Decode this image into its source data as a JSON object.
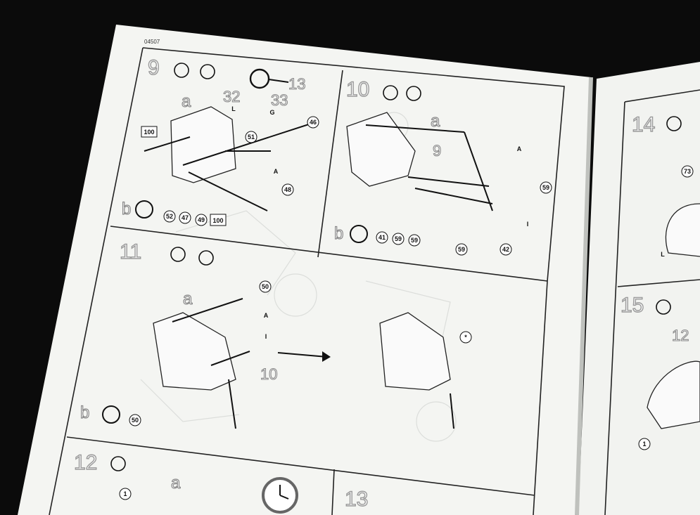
{
  "booklet": {
    "code": "04507",
    "steps": {
      "s9": {
        "number": "9",
        "sub_a": "a",
        "sub_b": "b",
        "ref_step": "13",
        "decal_32": "32",
        "decal_33": "33",
        "flag_l": "L",
        "flag_g": "G",
        "flag_a": "A",
        "parts": [
          "100",
          "51",
          "46",
          "48"
        ],
        "b_parts": [
          "52",
          "47",
          "49",
          "100"
        ]
      },
      "s10": {
        "number": "10",
        "sub_a": "a",
        "sub_b": "b",
        "ref": "9",
        "flag_a": "A",
        "flag_i": "I",
        "parts": [
          "59",
          "59",
          "42"
        ],
        "b_parts": [
          "41",
          "59",
          "59"
        ]
      },
      "s11": {
        "number": "11",
        "sub_a": "a",
        "sub_b": "b",
        "ref": "10",
        "flag_a": "A",
        "flag_i": "I",
        "parts": [
          "50"
        ],
        "b_parts": [
          "50"
        ],
        "result_mark": "*"
      },
      "s12": {
        "number": "12",
        "sub_a": "a",
        "parts": [
          "1"
        ]
      },
      "s13": {
        "number": "13"
      },
      "s14": {
        "number": "14",
        "parts": [
          "73"
        ],
        "flag_l": "L"
      },
      "s15": {
        "number": "15",
        "ref": "12",
        "parts": [
          "1"
        ]
      }
    },
    "icons": {
      "question": "?",
      "glue": "glue-icon",
      "flip": "flip-over-icon",
      "clock": "clock-icon"
    }
  }
}
